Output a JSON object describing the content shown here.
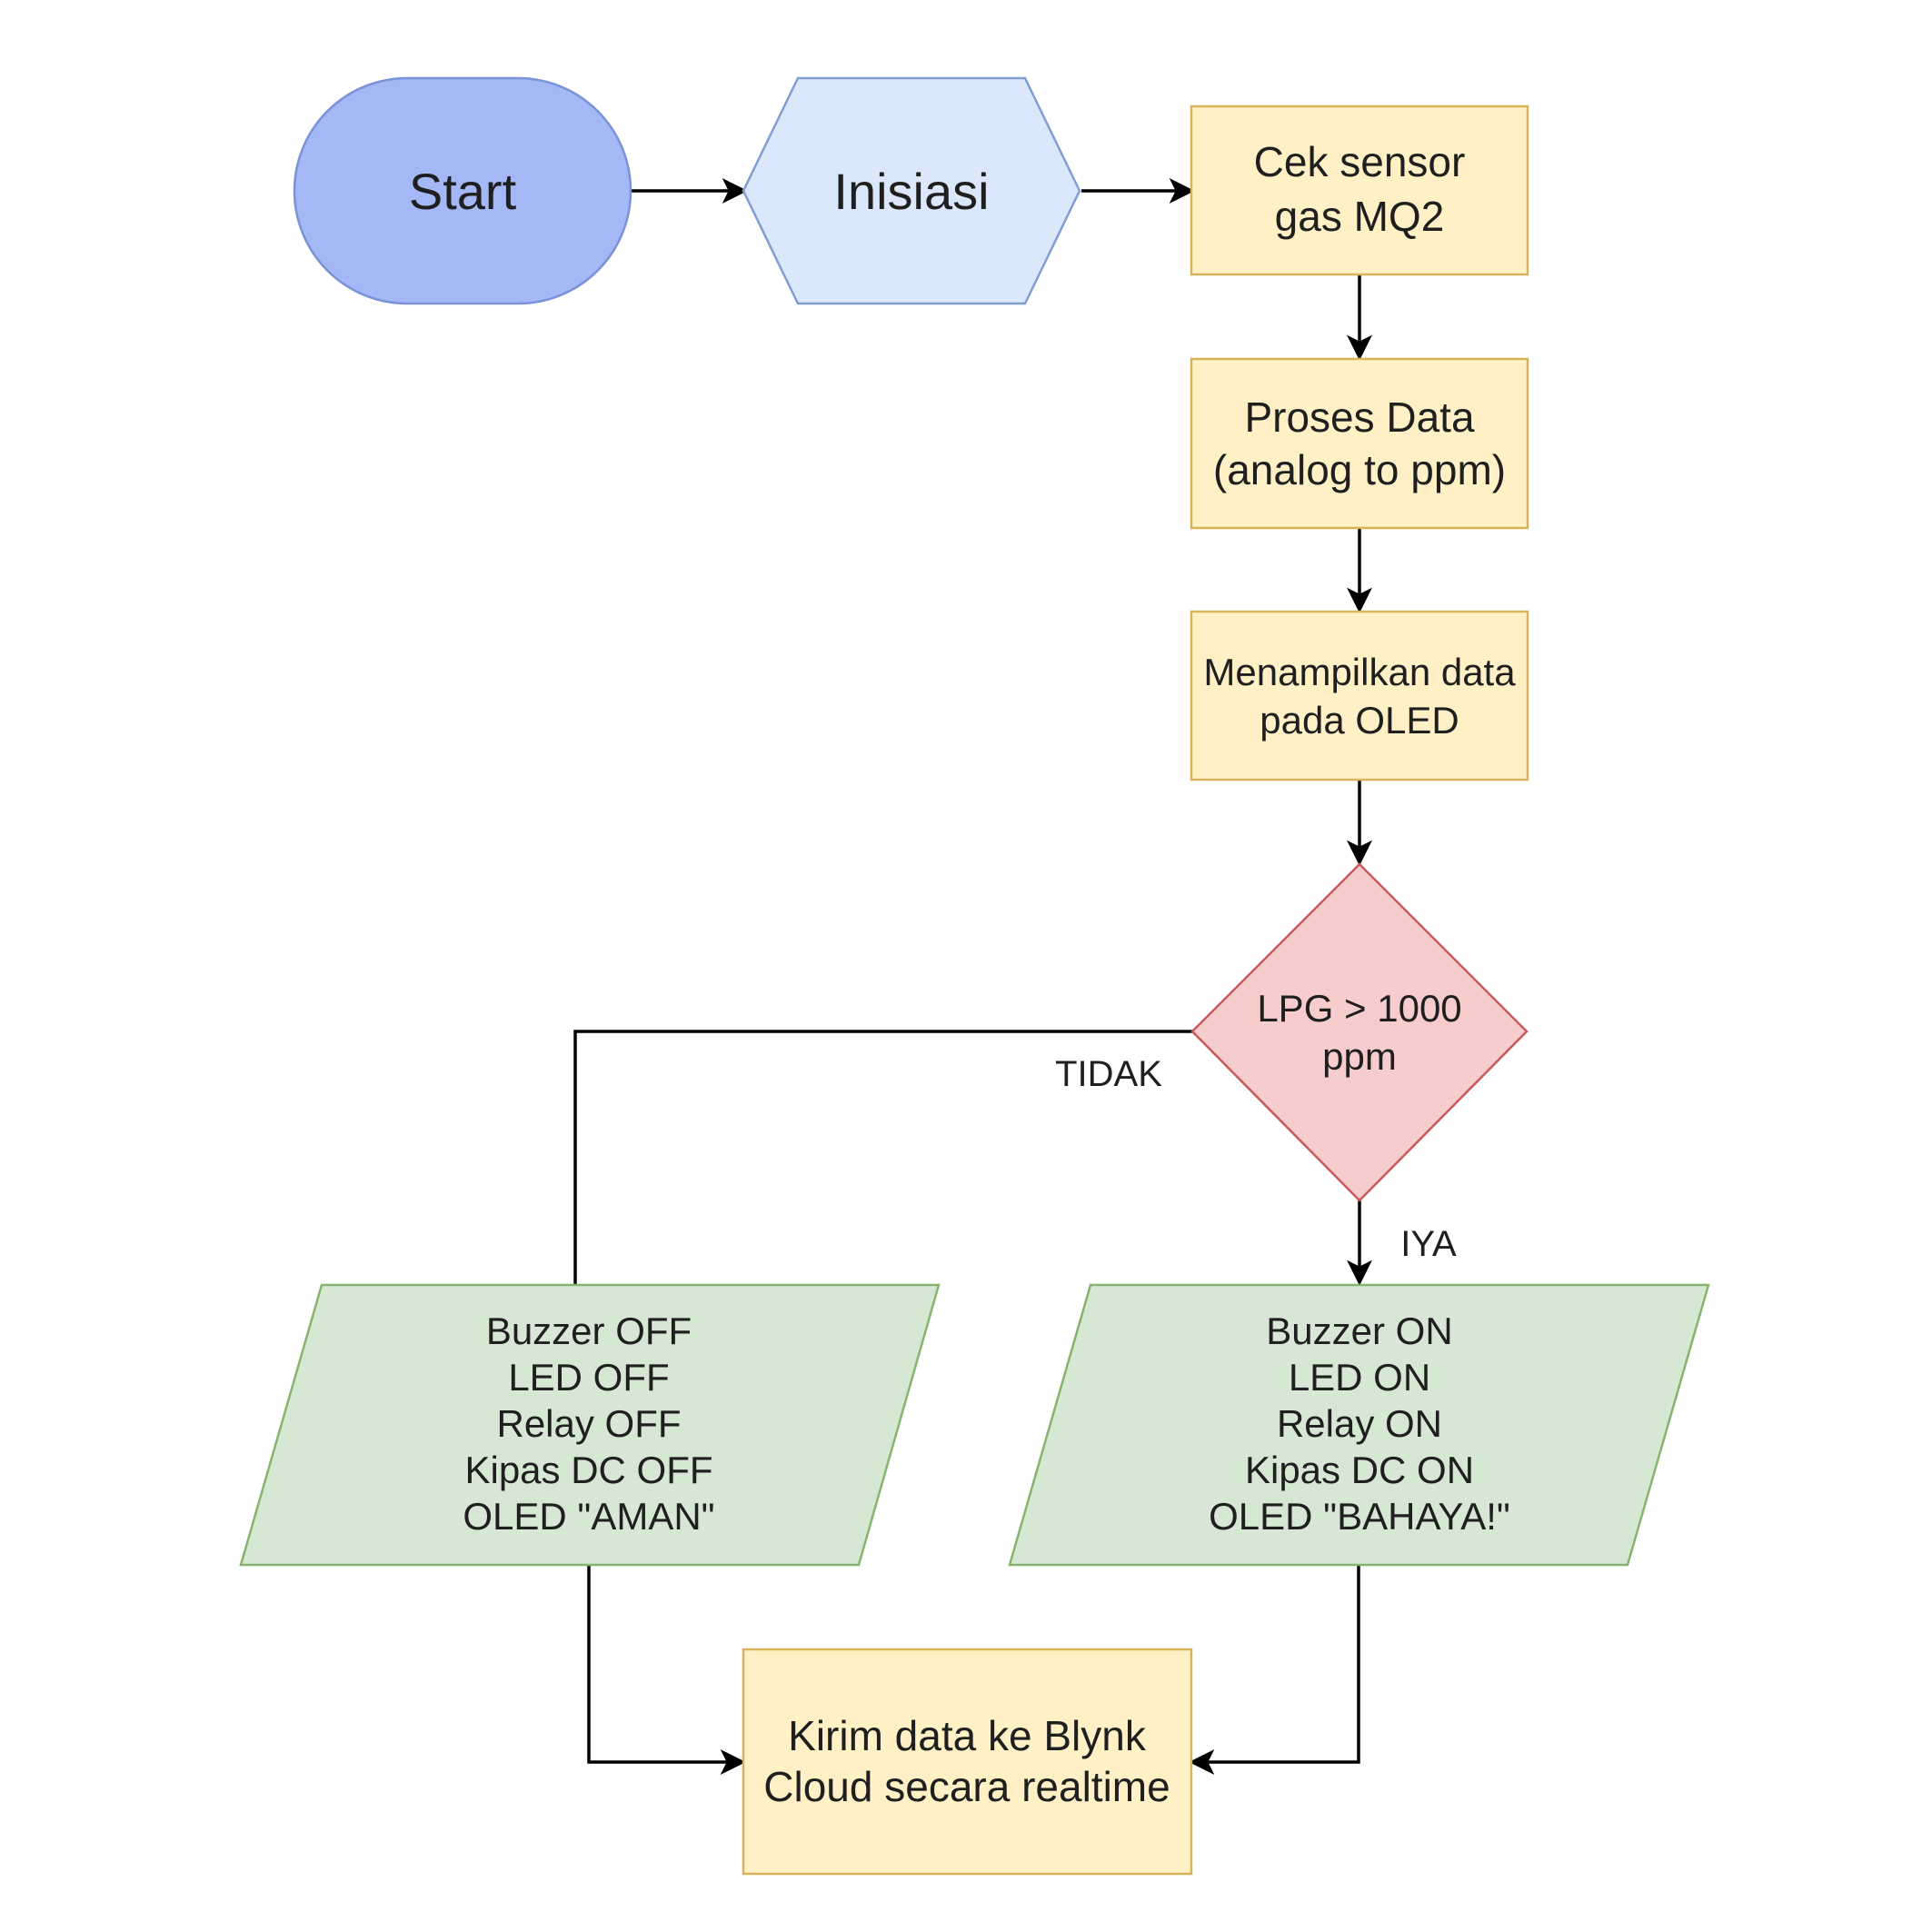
{
  "nodes": {
    "start": {
      "text": "Start"
    },
    "init": {
      "text": "Inisiasi"
    },
    "check_sensor": {
      "lines": [
        "Cek sensor",
        "gas MQ2"
      ]
    },
    "process_data": {
      "lines": [
        "Proses Data",
        "(analog to ppm)"
      ]
    },
    "display_oled": {
      "lines": [
        "Menampilkan data",
        "pada OLED"
      ]
    },
    "decision": {
      "lines": [
        "LPG > 1000",
        "ppm"
      ]
    },
    "output_safe": {
      "lines": [
        "Buzzer OFF",
        "LED OFF",
        "Relay OFF",
        "Kipas DC OFF",
        "OLED \"AMAN\""
      ]
    },
    "output_danger": {
      "lines": [
        "Buzzer ON",
        "LED ON",
        "Relay ON",
        "Kipas DC ON",
        "OLED \"BAHAYA!\""
      ]
    },
    "send_blynk": {
      "lines": [
        "Kirim data ke Blynk",
        "Cloud secara realtime"
      ]
    }
  },
  "edge_labels": {
    "no": "TIDAK",
    "yes": "IYA"
  },
  "colors": {
    "start_fill": "#a4b8f5",
    "start_stroke": "#7a92d8",
    "init_fill": "#dbe8fb",
    "init_stroke": "#7f9fd3",
    "process_fill": "#fff0c5",
    "process_stroke": "#d8b35c",
    "decision_fill": "#f6cccc",
    "decision_stroke": "#c85a5a",
    "io_fill": "#d6e8d3",
    "io_stroke": "#86b46f",
    "edge": "#000000"
  }
}
